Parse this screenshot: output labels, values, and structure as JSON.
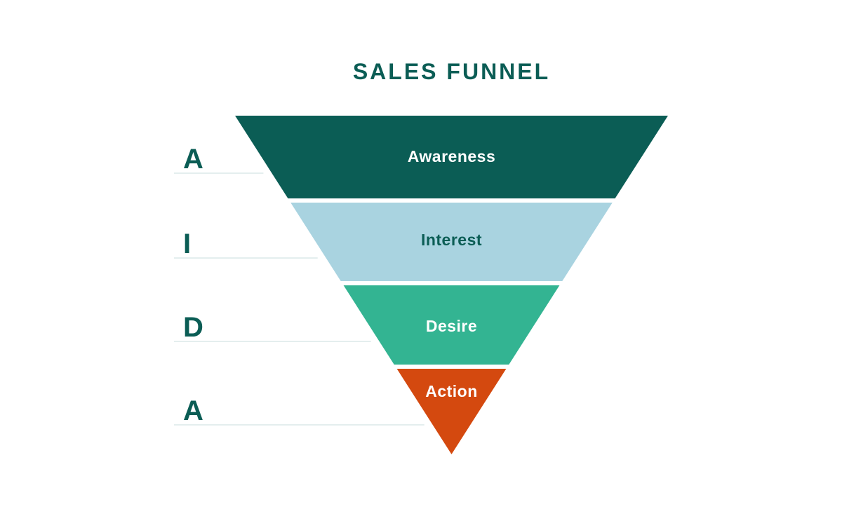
{
  "page": {
    "background_color": "#FFFFFF"
  },
  "title": {
    "text": "SALES FUNNEL",
    "color": "#0B5D55"
  },
  "chart_data": {
    "type": "funnel",
    "title": "SALES FUNNEL",
    "direction": "inverted (widest stage on top, tapers to a point)",
    "stages": [
      {
        "letter": "A",
        "label": "Awareness",
        "fill_color": "#0B5D55",
        "label_color": "#FFFFFF"
      },
      {
        "letter": "I",
        "label": "Interest",
        "fill_color": "#A9D3E0",
        "label_color": "#0B5D55"
      },
      {
        "letter": "D",
        "label": "Desire",
        "fill_color": "#33B492",
        "label_color": "#FFFFFF"
      },
      {
        "letter": "A",
        "label": "Action",
        "fill_color": "#D4490F",
        "label_color": "#FFFFFF"
      }
    ],
    "letter_color": "#0B5D55",
    "connector_line_color": "#DCE8E8"
  }
}
